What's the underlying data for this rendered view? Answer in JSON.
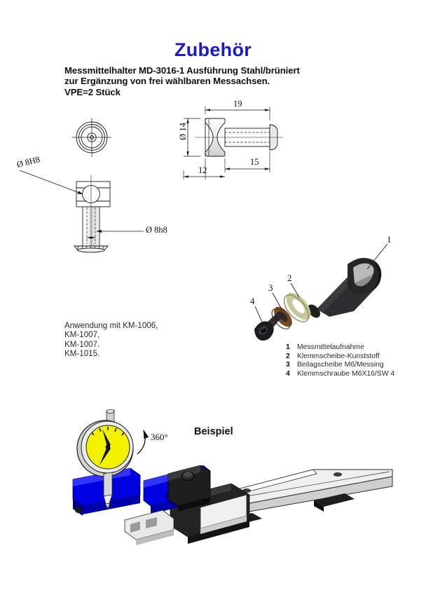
{
  "page": {
    "title": "Zubehör",
    "title_color": "#1a1ac8",
    "background": "#ffffff"
  },
  "header": {
    "subtitle_line1": "Messmittelhalter MD-3016-1 Ausführung Stahl/brüniert",
    "subtitle_line2": "zur Ergänzung von frei wählbaren Messachsen.",
    "subtitle_line3": "VPE=2 Stück"
  },
  "drawings": {
    "bolt_detail": {
      "dia_hole_label": "Ø 8H8",
      "dia_shaft_label": "Ø 8h8"
    },
    "spool_detail": {
      "dia_label": "Ø 14",
      "dim_19": "19",
      "dim_15": "15",
      "dim_12": "12"
    }
  },
  "application_note": {
    "lines": [
      "Anwendung mit KM-1006,",
      "KM-1007,",
      "KM-1007.",
      "KM-1015."
    ]
  },
  "exploded_view": {
    "callouts": [
      "1",
      "2",
      "3",
      "4"
    ],
    "part_colors": {
      "body": "#2b2b2d",
      "brass_washer": "#c9c79a",
      "bronze_washer": "#7a4a22",
      "screw": "#1c1c1e"
    }
  },
  "legend": {
    "items": [
      {
        "num": "1",
        "label": "Messmittelaufnahme"
      },
      {
        "num": "2",
        "label": "Klemmscheibe-Kunststoff"
      },
      {
        "num": "3",
        "label": "Beilagscheibe M6/Messing"
      },
      {
        "num": "4",
        "label": "Klemmschraube M6X16/SW 4"
      }
    ]
  },
  "example": {
    "label": "Beispiel",
    "rotation_label": "360°",
    "clamp_color": "#0000e0",
    "dial_face_color": "#f2f200"
  }
}
